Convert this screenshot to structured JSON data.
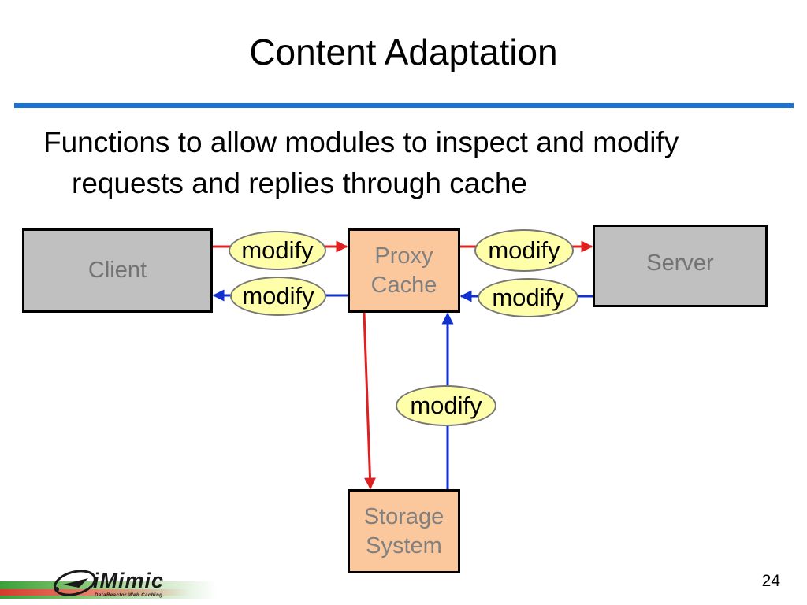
{
  "slide": {
    "title": "Content Adaptation",
    "bullet": "Functions to allow modules to inspect and modify requests and replies through cache",
    "page_number": "24"
  },
  "diagram": {
    "client": "Client",
    "server": "Server",
    "proxy": "Proxy Cache",
    "storage": "Storage System",
    "modify_labels": [
      "modify",
      "modify",
      "modify",
      "modify",
      "modify"
    ]
  },
  "logo": {
    "name": "iMimic",
    "tagline": "DataReactor Web Caching"
  },
  "colors": {
    "rule": "#1874d6",
    "request_arrow": "#e02020",
    "reply_arrow": "#1030d0",
    "box_gray": "#c0c0c0",
    "box_peach": "#fbc89d",
    "modify_fill": "#ffffaa"
  }
}
